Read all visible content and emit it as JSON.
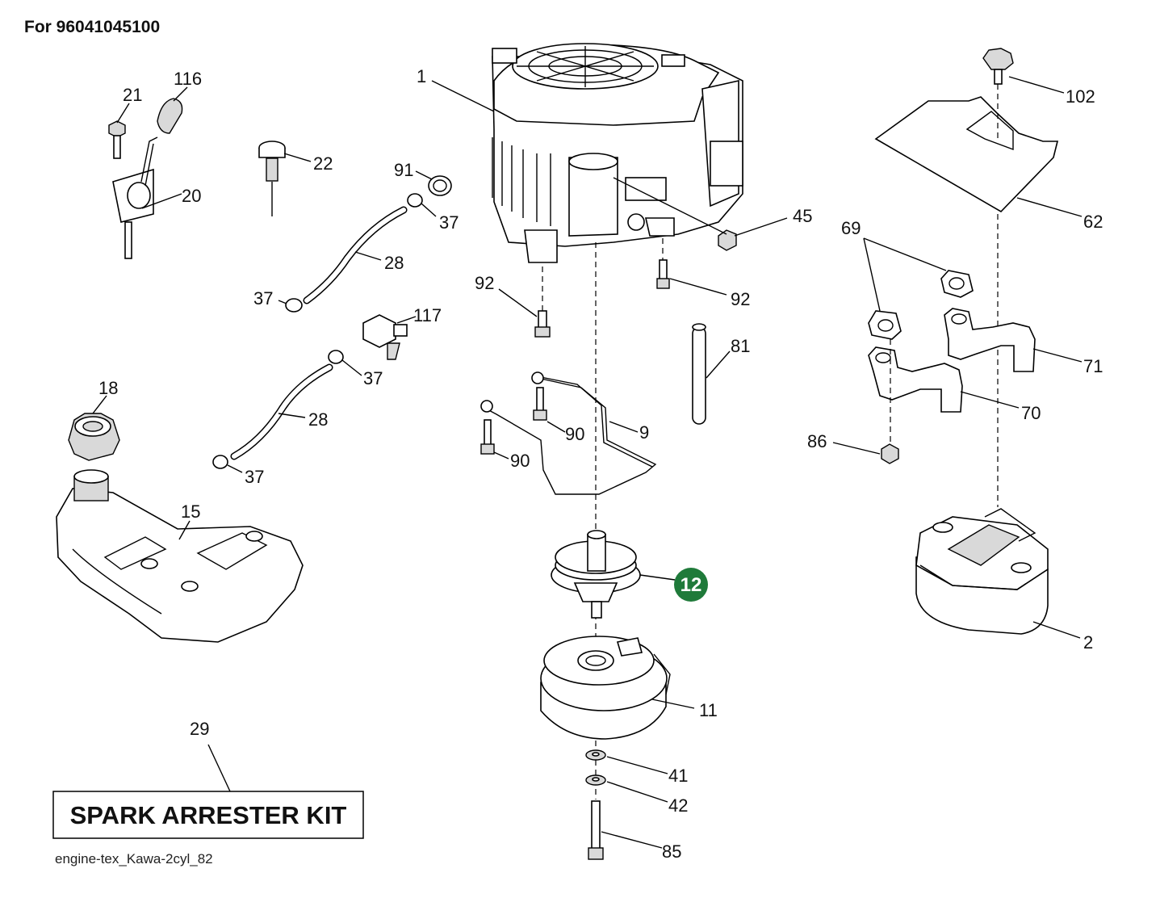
{
  "header": {
    "title": "For 96041045100"
  },
  "footer": {
    "caption": "engine-tex_Kawa-2cyl_82"
  },
  "kit": {
    "label": "SPARK ARRESTER KIT"
  },
  "highlight": {
    "label": "12",
    "color": "#1f7a3a"
  },
  "labels": {
    "p1": "1",
    "p116": "116",
    "p21": "21",
    "p22": "22",
    "p20": "20",
    "p91": "91",
    "p37a": "37",
    "p28a": "28",
    "p37b": "37",
    "p117": "117",
    "p37c": "37",
    "p28b": "28",
    "p37d": "37",
    "p18": "18",
    "p15": "15",
    "p92a": "92",
    "p92b": "92",
    "p45": "45",
    "p81": "81",
    "p9": "9",
    "p90a": "90",
    "p90b": "90",
    "p11": "11",
    "p41": "41",
    "p42": "42",
    "p85": "85",
    "p29": "29",
    "p102": "102",
    "p62": "62",
    "p69": "69",
    "p71": "71",
    "p70": "70",
    "p86": "86",
    "p2": "2"
  }
}
